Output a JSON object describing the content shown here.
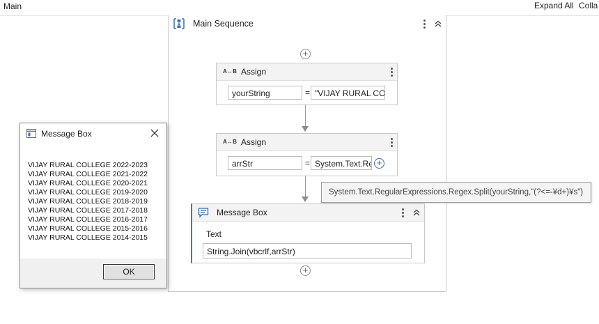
{
  "topbar": {
    "breadcrumb": "Main",
    "expand_all": "Expand All",
    "collapse_all": "Colla"
  },
  "sequence": {
    "title": "Main Sequence"
  },
  "assign1": {
    "title": "Assign",
    "variable": "yourString",
    "equals": "=",
    "value": "\"VIJAY RURAL COL"
  },
  "assign2": {
    "title": "Assign",
    "variable": "arrStr",
    "equals": "=",
    "value": "System.Text.Re"
  },
  "tooltip": {
    "text": "System.Text.RegularExpressions.Regex.Split(yourString,\"(?<=-¥d+)¥s\")"
  },
  "message_box_activity": {
    "title": "Message Box",
    "text_label": "Text",
    "text_value": "String.Join(vbcrlf,arrStr)"
  },
  "dialog": {
    "title": "Message Box",
    "lines": [
      "VIJAY RURAL COLLEGE 2022-2023",
      "VIJAY RURAL COLLEGE 2021-2022",
      "VIJAY RURAL COLLEGE 2020-2021",
      "VIJAY RURAL COLLEGE 2019-2020",
      "VIJAY RURAL COLLEGE 2018-2019",
      "VIJAY RURAL COLLEGE 2017-2018",
      "VIJAY RURAL COLLEGE 2016-2017",
      "VIJAY RURAL COLLEGE 2015-2016",
      "VIJAY RURAL COLLEGE 2014-2015"
    ],
    "ok_label": "OK"
  },
  "icons": {
    "sequence": "sequence-icon",
    "assign": "assign-icon",
    "message_box": "message-box-icon",
    "add": "plus-icon",
    "collapse": "chevron-up-icon",
    "menu": "kebab-menu-icon",
    "close": "close-icon"
  },
  "colors": {
    "accent": "#3c7bc6",
    "border": "#c9c9c9",
    "header_bg": "#f3f3f3"
  }
}
